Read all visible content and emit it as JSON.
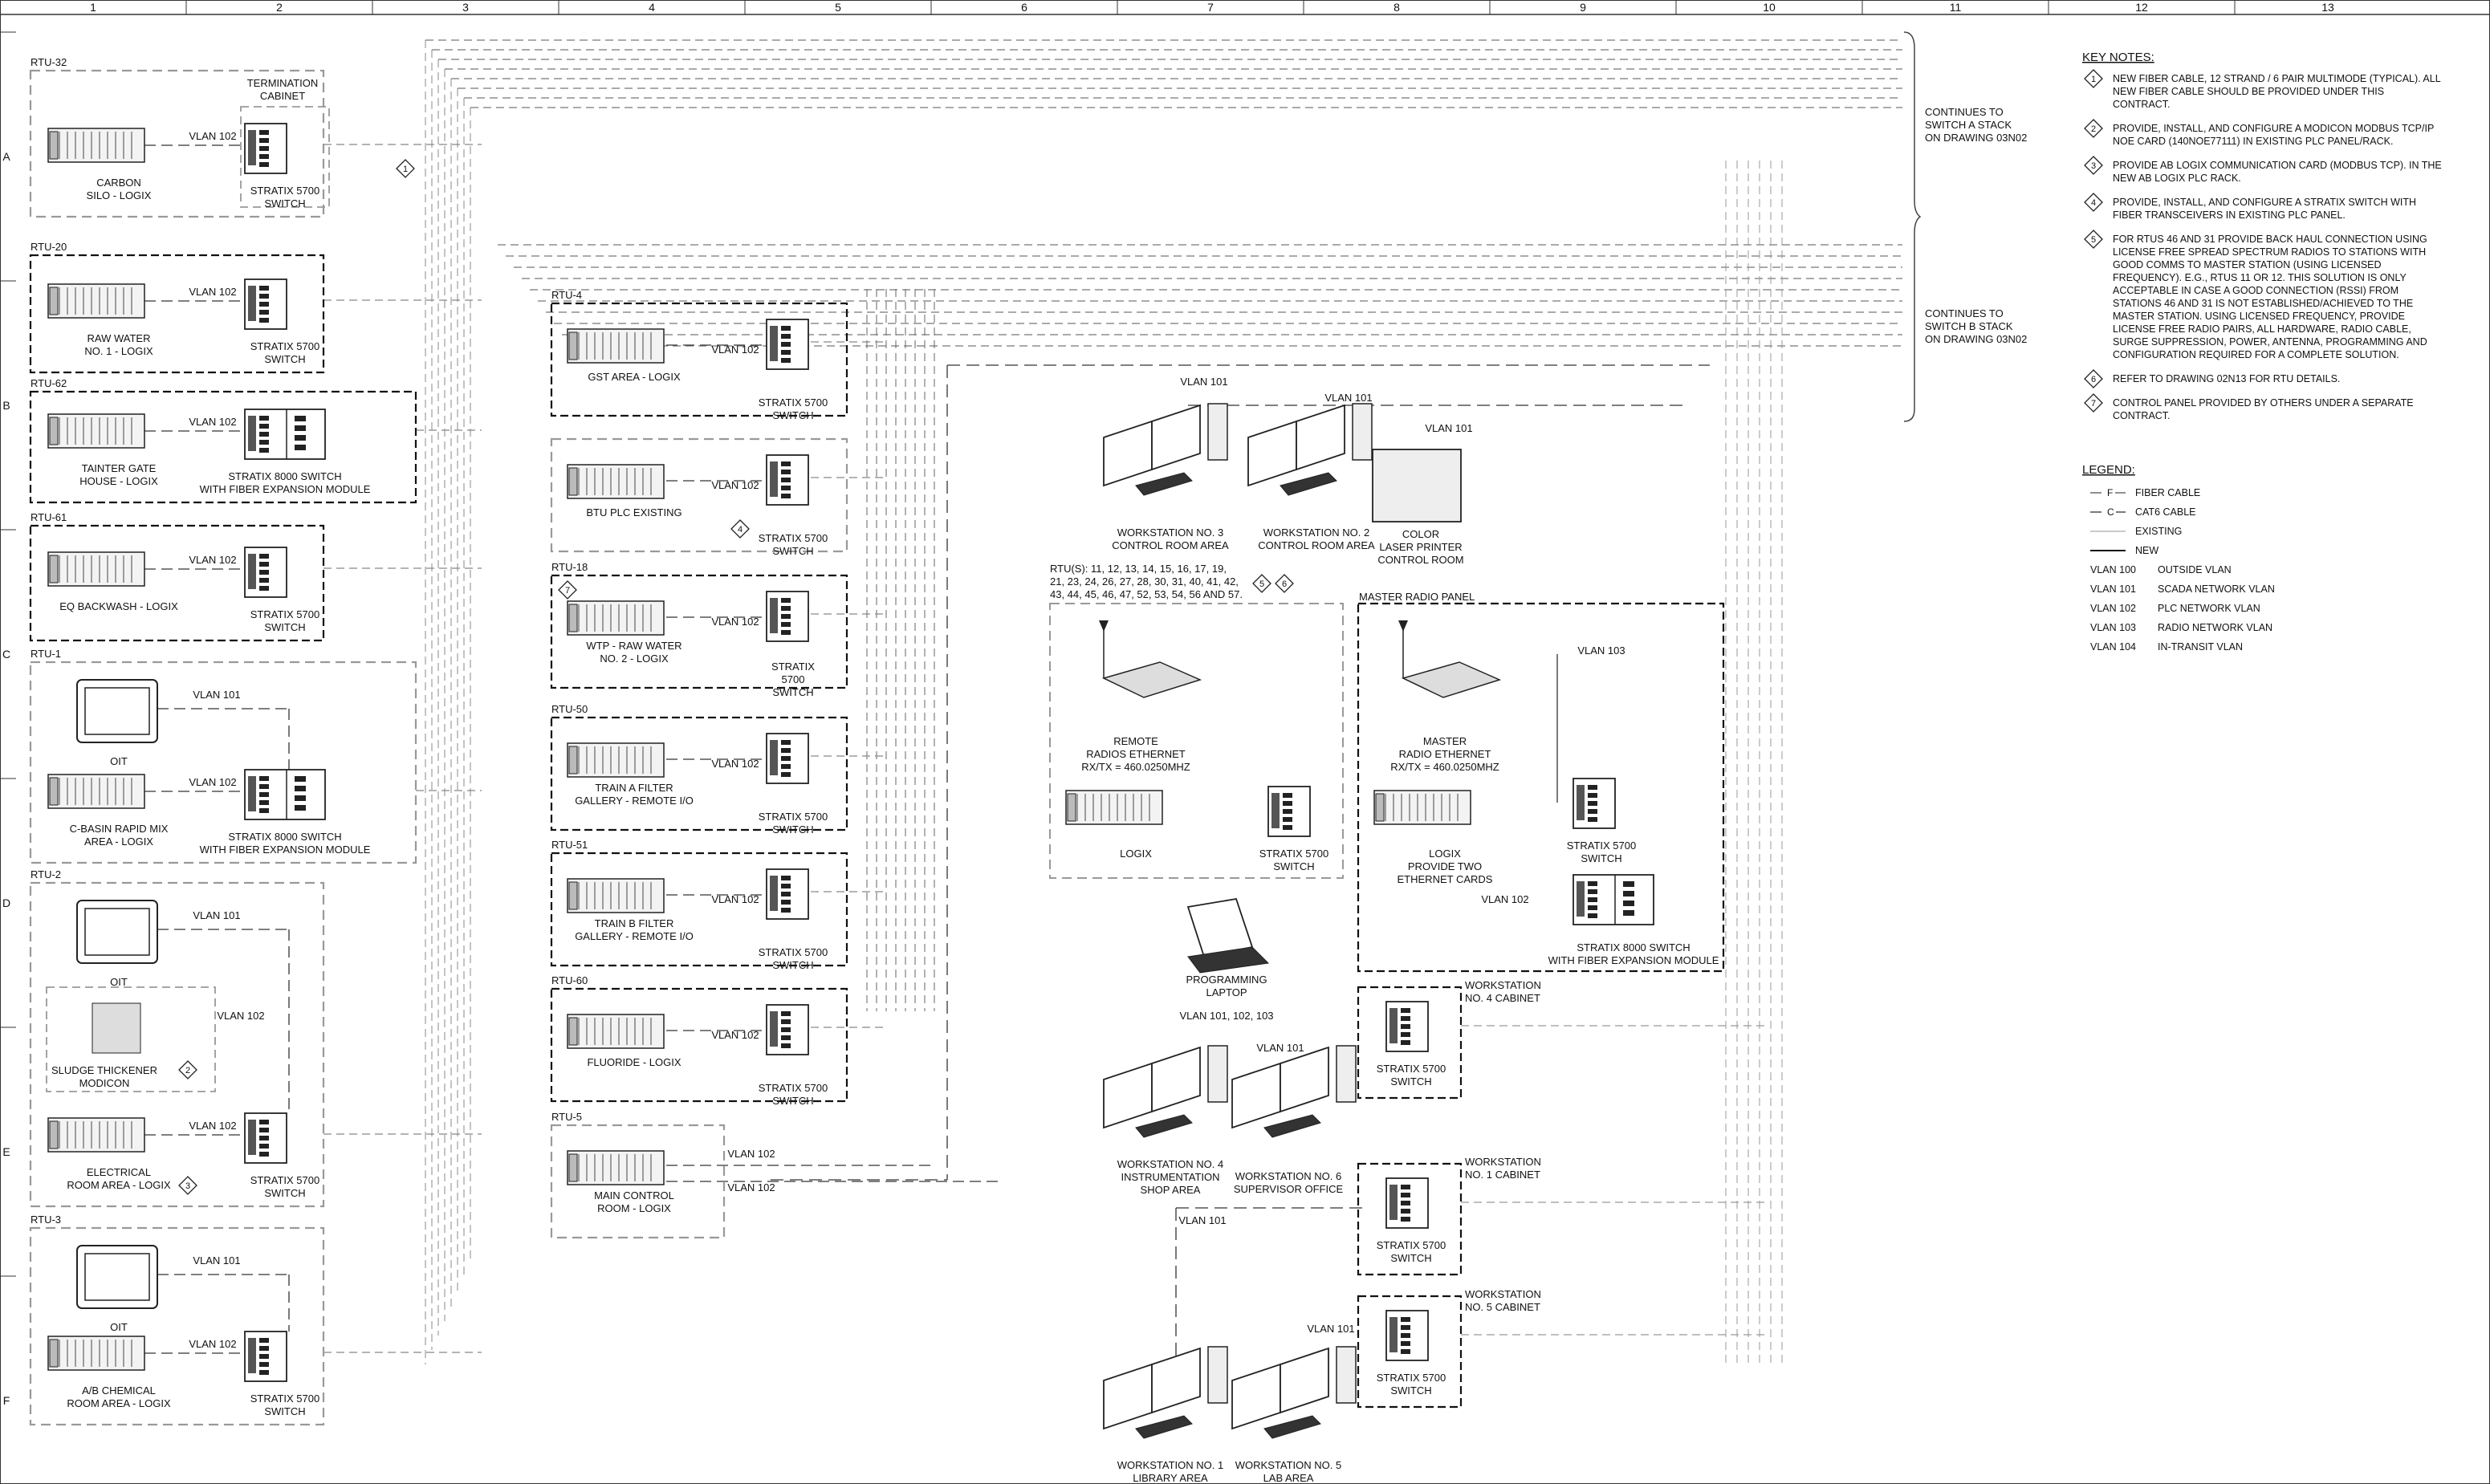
{
  "border": {
    "columns": [
      "1",
      "2",
      "3",
      "4",
      "5",
      "6",
      "7",
      "8",
      "9",
      "10",
      "11",
      "12",
      "13"
    ],
    "rows": [
      "A",
      "B",
      "C",
      "D",
      "E",
      "F"
    ]
  },
  "stack_notes": {
    "a": [
      "CONTINUES TO",
      "SWITCH A STACK",
      "ON DRAWING 03N02"
    ],
    "b": [
      "CONTINUES TO",
      "SWITCH B STACK",
      "ON DRAWING 03N02"
    ]
  },
  "key_notes": {
    "title": "KEY NOTES:",
    "items": [
      {
        "num": "1",
        "lines": [
          "NEW FIBER CABLE, 12 STRAND / 6 PAIR MULTIMODE (TYPICAL). ALL",
          "NEW FIBER CABLE SHOULD BE PROVIDED UNDER THIS",
          "CONTRACT."
        ]
      },
      {
        "num": "2",
        "lines": [
          "PROVIDE, INSTALL, AND CONFIGURE A MODICON MODBUS TCP/IP",
          "NOE CARD (140NOE77111) IN EXISTING PLC PANEL/RACK."
        ]
      },
      {
        "num": "3",
        "lines": [
          "PROVIDE AB LOGIX COMMUNICATION CARD (MODBUS TCP). IN THE",
          "NEW AB LOGIX PLC RACK."
        ]
      },
      {
        "num": "4",
        "lines": [
          "PROVIDE, INSTALL, AND CONFIGURE A STRATIX SWITCH WITH",
          "FIBER TRANSCEIVERS IN EXISTING PLC PANEL."
        ]
      },
      {
        "num": "5",
        "lines": [
          "FOR RTUS 46 AND 31 PROVIDE BACK HAUL CONNECTION USING",
          "LICENSE FREE SPREAD SPECTRUM RADIOS TO STATIONS WITH",
          "GOOD COMMS TO MASTER STATION (USING LICENSED",
          "FREQUENCY). E.G., RTUS 11 OR 12. THIS SOLUTION IS ONLY",
          "ACCEPTABLE IN CASE A GOOD CONNECTION (RSSI) FROM",
          "STATIONS 46 AND 31 IS NOT ESTABLISHED/ACHIEVED TO THE",
          "MASTER STATION. USING LICENSED FREQUENCY, PROVIDE",
          "LICENSE FREE RADIO PAIRS, ALL HARDWARE, RADIO CABLE,",
          "SURGE SUPPRESSION, POWER, ANTENNA, PROGRAMMING AND",
          "CONFIGURATION REQUIRED FOR A COMPLETE SOLUTION."
        ]
      },
      {
        "num": "6",
        "lines": [
          "REFER TO DRAWING 02N13 FOR RTU DETAILS."
        ]
      },
      {
        "num": "7",
        "lines": [
          "CONTROL PANEL PROVIDED BY OTHERS UNDER A SEPARATE",
          "CONTRACT."
        ]
      }
    ]
  },
  "legend": {
    "title": "LEGEND:",
    "fiber": "FIBER CABLE",
    "cat6": "CAT6 CABLE",
    "existing": "EXISTING",
    "new": "NEW",
    "vlans": [
      {
        "code": "VLAN 100",
        "desc": "OUTSIDE VLAN"
      },
      {
        "code": "VLAN 101",
        "desc": "SCADA NETWORK VLAN"
      },
      {
        "code": "VLAN 102",
        "desc": "PLC NETWORK VLAN"
      },
      {
        "code": "VLAN 103",
        "desc": "RADIO NETWORK VLAN"
      },
      {
        "code": "VLAN 104",
        "desc": "IN-TRANSIT VLAN"
      }
    ],
    "fiber_symbol": "F",
    "cat6_symbol": "C"
  },
  "rtu_left": [
    {
      "id": "RTU-32",
      "plc": [
        "CARBON",
        "SILO - LOGIX"
      ],
      "vlan": "VLAN 102",
      "switch": [
        "STRATIX 5700",
        "SWITCH"
      ],
      "cabinet": [
        "TERMINATION",
        "CABINET"
      ],
      "note": "1"
    },
    {
      "id": "RTU-20",
      "plc": [
        "RAW WATER",
        "NO. 1 - LOGIX"
      ],
      "vlan": "VLAN 102",
      "switch": [
        "STRATIX 5700",
        "SWITCH"
      ]
    },
    {
      "id": "RTU-62",
      "plc": [
        "TAINTER GATE",
        "HOUSE - LOGIX"
      ],
      "vlan": "VLAN 102",
      "switch": [
        "STRATIX 8000 SWITCH",
        "WITH FIBER EXPANSION MODULE"
      ]
    },
    {
      "id": "RTU-61",
      "plc": [
        "EQ BACKWASH - LOGIX"
      ],
      "vlan": "VLAN 102",
      "switch": [
        "STRATIX 5700",
        "SWITCH"
      ]
    },
    {
      "id": "RTU-1",
      "oit": "OIT",
      "oit_vlan": "VLAN 101",
      "plc": [
        "C-BASIN RAPID MIX",
        "AREA - LOGIX"
      ],
      "vlan": "VLAN 102",
      "switch": [
        "STRATIX 8000 SWITCH",
        "WITH FIBER EXPANSION MODULE"
      ]
    },
    {
      "id": "RTU-2",
      "oit": "OIT",
      "oit_vlan": "VLAN 101",
      "modicon": [
        "SLUDGE THICKENER",
        "MODICON"
      ],
      "modicon_vlan": "VLAN 102",
      "modicon_note": "2",
      "plc": [
        "ELECTRICAL",
        "ROOM AREA - LOGIX"
      ],
      "vlan": "VLAN 102",
      "plc_note": "3",
      "switch": [
        "STRATIX 5700",
        "SWITCH"
      ]
    },
    {
      "id": "RTU-3",
      "oit": "OIT",
      "oit_vlan": "VLAN 101",
      "plc": [
        "A/B CHEMICAL",
        "ROOM AREA - LOGIX"
      ],
      "vlan": "VLAN 102",
      "switch": [
        "STRATIX 5700",
        "SWITCH"
      ]
    }
  ],
  "rtu_mid": [
    {
      "id": "RTU-4",
      "plc": [
        "GST AREA - LOGIX"
      ],
      "vlan": "VLAN 102",
      "switch": [
        "STRATIX 5700",
        "SWITCH"
      ]
    },
    {
      "id": "",
      "plc": [
        "BTU PLC EXISTING"
      ],
      "vlan": "VLAN 102",
      "switch": [
        "STRATIX 5700",
        "SWITCH"
      ],
      "note": "4"
    },
    {
      "id": "RTU-18",
      "plc": [
        "WTP - RAW WATER",
        "NO. 2 - LOGIX"
      ],
      "vlan": "VLAN 102",
      "switch": [
        "STRATIX",
        "5700",
        "SWITCH"
      ],
      "note": "7"
    },
    {
      "id": "RTU-50",
      "plc": [
        "TRAIN A FILTER",
        "GALLERY - REMOTE I/O"
      ],
      "vlan": "VLAN 102",
      "switch": [
        "STRATIX 5700",
        "SWITCH"
      ]
    },
    {
      "id": "RTU-51",
      "plc": [
        "TRAIN B FILTER",
        "GALLERY - REMOTE I/O"
      ],
      "vlan": "VLAN 102",
      "switch": [
        "STRATIX 5700",
        "SWITCH"
      ]
    },
    {
      "id": "RTU-60",
      "plc": [
        "FLUORIDE - LOGIX"
      ],
      "vlan": "VLAN 102",
      "switch": [
        "STRATIX 5700",
        "SWITCH"
      ]
    },
    {
      "id": "RTU-5",
      "plc": [
        "MAIN CONTROL",
        "ROOM - LOGIX"
      ],
      "vlan": "VLAN 102",
      "vlan2": "VLAN 102"
    }
  ],
  "workstations": {
    "ws3": [
      "WORKSTATION NO. 3",
      "CONTROL ROOM AREA"
    ],
    "ws2": [
      "WORKSTATION NO. 2",
      "CONTROL ROOM AREA"
    ],
    "printer": [
      "COLOR",
      "LASER PRINTER",
      "CONTROL ROOM"
    ],
    "vlan_ws3": "VLAN 101",
    "vlan_ws2": "VLAN 101",
    "vlan_printer": "VLAN 101",
    "ws4": [
      "WORKSTATION NO. 4",
      "INSTRUMENTATION",
      "SHOP AREA"
    ],
    "ws6": [
      "WORKSTATION NO. 6",
      "SUPERVISOR OFFICE"
    ],
    "ws4_vlan": "VLAN 101, 102, 103",
    "ws6_vlan": "VLAN 101",
    "ws1": [
      "WORKSTATION NO. 1",
      "LIBRARY AREA"
    ],
    "ws5": [
      "WORKSTATION NO. 5",
      "LAB AREA"
    ],
    "ws1_vlan": "VLAN 101",
    "ws5_vlan": "VLAN 101",
    "laptop": [
      "PROGRAMMING",
      "LAPTOP"
    ],
    "cab4": [
      "WORKSTATION",
      "NO. 4 CABINET"
    ],
    "cab1": [
      "WORKSTATION",
      "NO. 1 CABINET"
    ],
    "cab5": [
      "WORKSTATION",
      "NO. 5 CABINET"
    ],
    "cab_switch": [
      "STRATIX 5700",
      "SWITCH"
    ]
  },
  "radio": {
    "rtus_list": [
      "RTU(S): 11, 12, 13, 14, 15, 16, 17, 19,",
      "21, 23, 24, 26, 27, 28, 30, 31, 40, 41, 42,",
      "43, 44, 45, 46, 47, 52, 53, 54, 56 AND 57."
    ],
    "rtus_notes": [
      "5",
      "6"
    ],
    "remote_radio": [
      "REMOTE",
      "RADIOS ETHERNET",
      "RX/TX = 460.0250MHZ"
    ],
    "remote_logix": "LOGIX",
    "remote_switch": [
      "STRATIX 5700",
      "SWITCH"
    ],
    "master_panel": "MASTER RADIO PANEL",
    "master_radio": [
      "MASTER",
      "RADIO ETHERNET",
      "RX/TX = 460.0250MHZ"
    ],
    "master_logix": [
      "LOGIX",
      "PROVIDE TWO",
      "ETHERNET CARDS"
    ],
    "master_switch": [
      "STRATIX 5700",
      "SWITCH"
    ],
    "master_vlan103": "VLAN 103",
    "master_vlan102": "VLAN 102",
    "master_8000": [
      "STRATIX 8000 SWITCH",
      "WITH FIBER EXPANSION MODULE"
    ]
  }
}
